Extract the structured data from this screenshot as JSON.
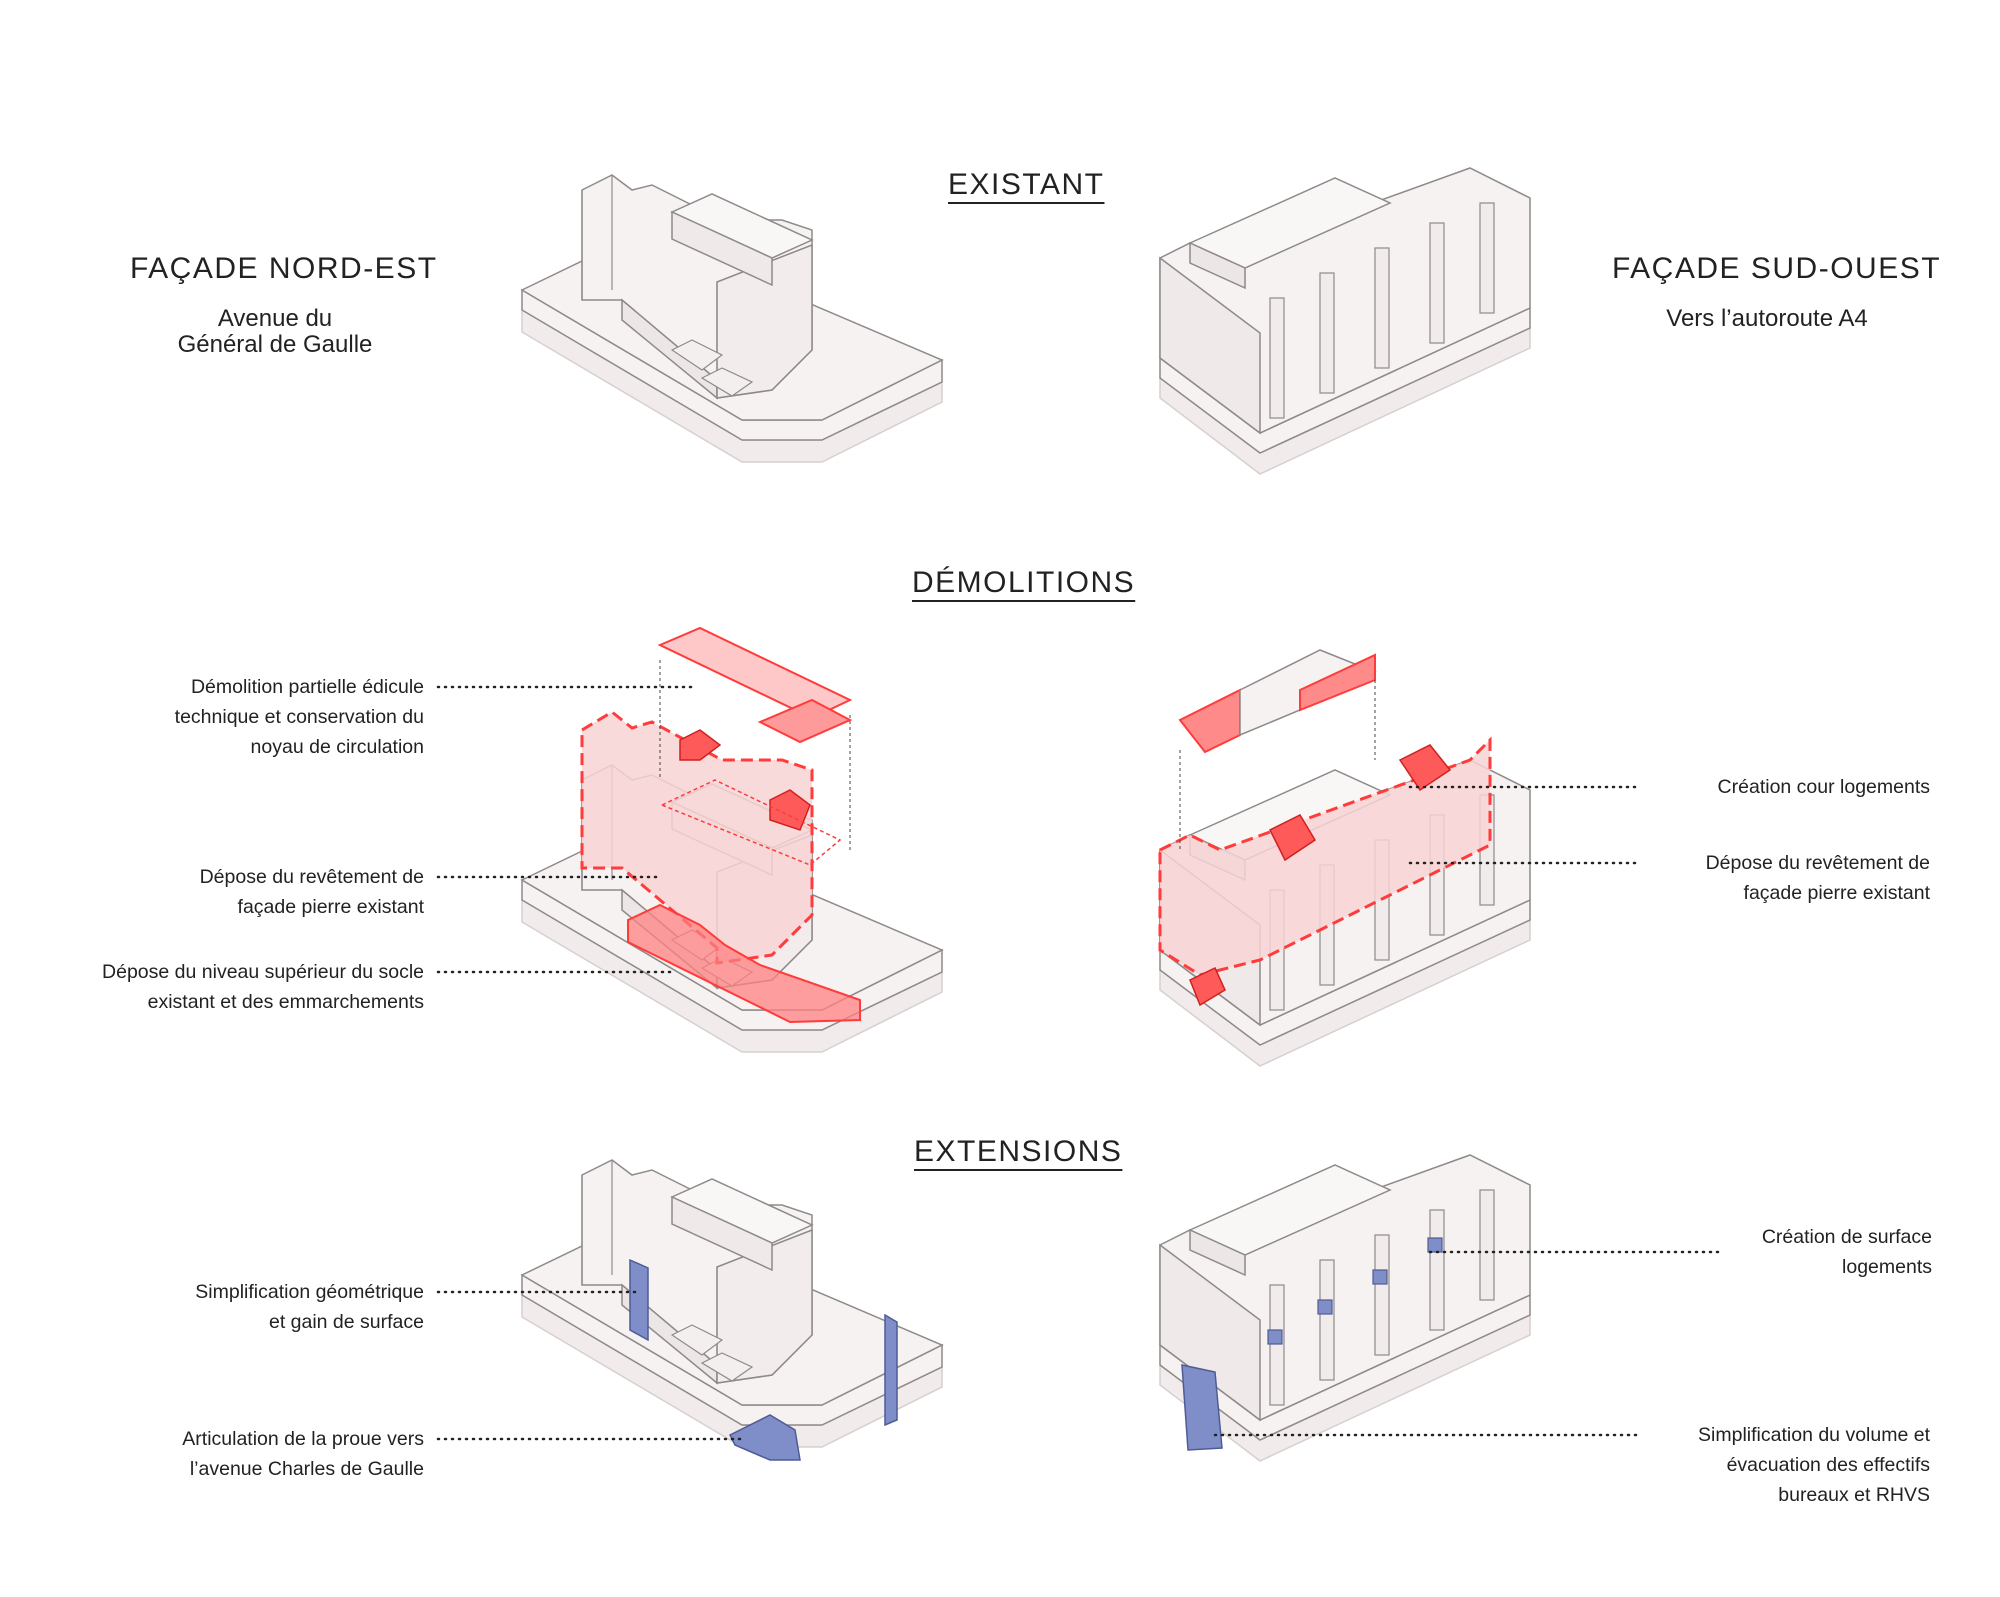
{
  "sections": {
    "existant": "EXISTANT",
    "demolitions": "DÉMOLITIONS",
    "extensions": "EXTENSIONS"
  },
  "facades": {
    "nord_est": {
      "title": "FAÇADE NORD-EST",
      "subtitle": [
        "Avenue du",
        "Général de Gaulle"
      ]
    },
    "sud_ouest": {
      "title": "FAÇADE SUD-OUEST",
      "subtitle": [
        "Vers l’autoroute A4"
      ]
    }
  },
  "demolitions": {
    "left_notes": [
      [
        "Démolition partielle édicule",
        "technique et conservation du",
        "noyau de circulation"
      ],
      [
        "Dépose du revêtement de",
        "façade pierre existant"
      ],
      [
        "Dépose du niveau supérieur du socle",
        "existant et des emmarchements"
      ]
    ],
    "right_notes": [
      [
        "Création cour logements"
      ],
      [
        "Dépose du revêtement de",
        "façade pierre existant"
      ]
    ]
  },
  "extensions": {
    "left_notes": [
      [
        "Simplification géométrique",
        "et gain de surface"
      ],
      [
        "Articulation de la proue vers",
        "l’avenue Charles de Gaulle"
      ]
    ],
    "right_notes": [
      [
        "Création de surface",
        "logements"
      ],
      [
        "Simplification du volume et",
        "évacuation des effectifs",
        "bureaux et RHVS"
      ]
    ]
  },
  "colors": {
    "building_fill": "#f7f2f2",
    "building_stroke": "#8f8a8a",
    "demolition_red": "#ff3b3b",
    "demolition_fill": "#f8d3d3",
    "extension_blue": "#7f8ec9"
  }
}
